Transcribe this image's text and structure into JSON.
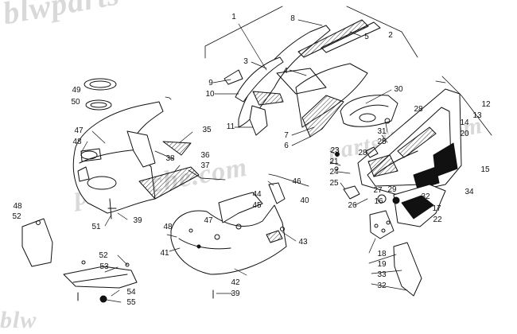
{
  "watermark": {
    "text": "blwpartsfiche.com",
    "fragment_top_left": "blwparts",
    "fragment_middle": "partsfiche.com",
    "fragment_bottom": "blw",
    "color": "#d9d9d9"
  },
  "callouts": [
    "1",
    "2",
    "3",
    "4",
    "5",
    "6",
    "7",
    "8",
    "9",
    "10",
    "11",
    "12",
    "13",
    "14",
    "15",
    "16",
    "17",
    "18",
    "19",
    "20",
    "21",
    "22",
    "23",
    "24",
    "25",
    "26",
    "27",
    "28",
    "29",
    "30",
    "31",
    "32",
    "33",
    "34",
    "35",
    "36",
    "37",
    "38",
    "39",
    "40",
    "41",
    "42",
    "43",
    "44",
    "45",
    "46",
    "47",
    "48",
    "49",
    "50",
    "51",
    "52",
    "53",
    "54",
    "55"
  ],
  "colors": {
    "line": "#111111",
    "part_fill": "#ffffff",
    "hatch": "#333333"
  }
}
